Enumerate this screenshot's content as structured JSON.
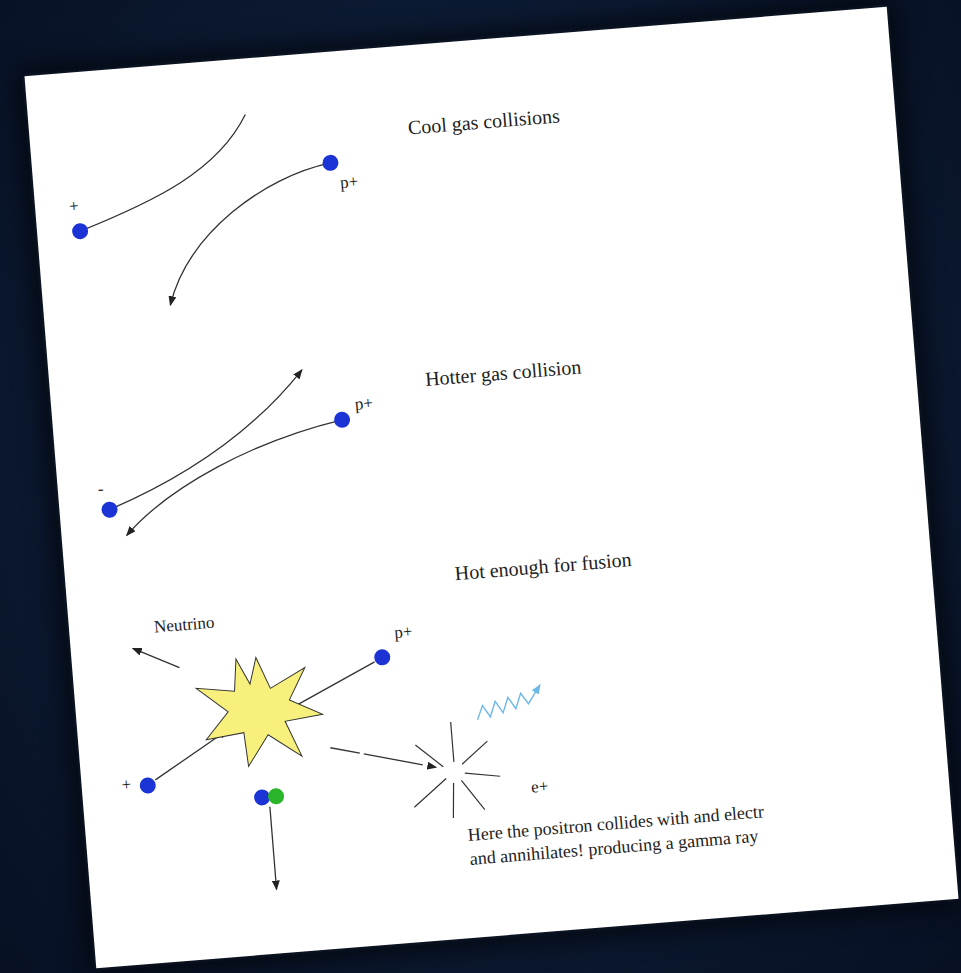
{
  "diagram": {
    "labels": [
      "Cool gas collisions",
      "+",
      "p+",
      "Hotter gas collision",
      "-",
      "p+",
      "Hot enough for fusion",
      "Neutrino",
      "p+",
      "+",
      "e+",
      "Here the positron collides with and electr",
      "and annihilates! producing a gamma ray"
    ]
  }
}
